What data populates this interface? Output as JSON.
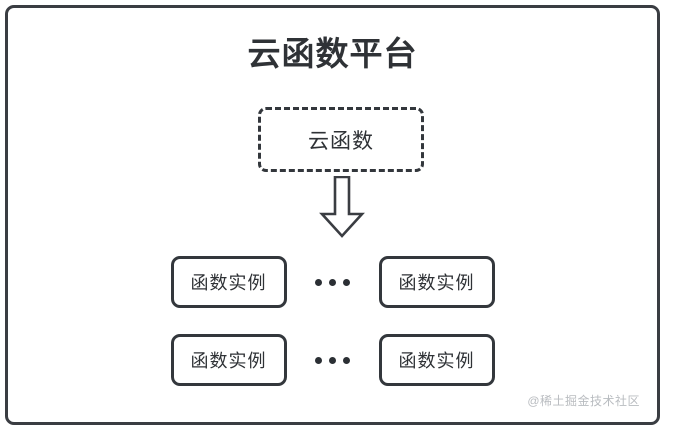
{
  "diagram": {
    "title": "云函数平台",
    "cloud_function": {
      "label": "云函数"
    },
    "arrow": {
      "icon": "down-block-arrow-icon"
    },
    "rows": [
      {
        "left_instance": "函数实例",
        "ellipsis": "•••",
        "right_instance": "函数实例"
      },
      {
        "left_instance": "函数实例",
        "ellipsis": "•••",
        "right_instance": "函数实例"
      }
    ],
    "watermark": "@稀土掘金技术社区",
    "colors": {
      "stroke": "#33373c",
      "text": "#2f3236",
      "background": "#ffffff",
      "watermark": "#b9bcc0"
    }
  }
}
